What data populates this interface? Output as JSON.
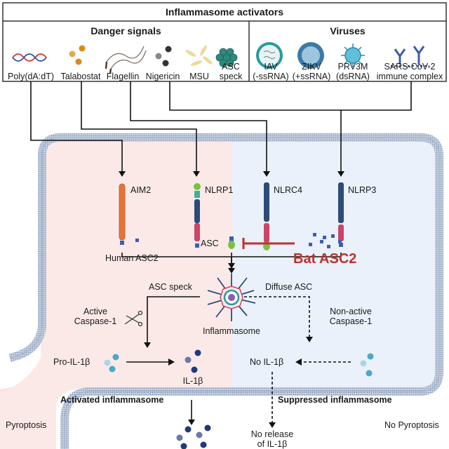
{
  "header": {
    "title": "Inflammasome activators",
    "danger_group": "Danger signals",
    "virus_group": "Viruses"
  },
  "danger_signals": [
    {
      "label": "Poly(dA:dT)",
      "icon": "dna-icon"
    },
    {
      "label": "Talabostat",
      "icon": "molecule-orange-icon"
    },
    {
      "label": "Flagellin",
      "icon": "flagellin-icon"
    },
    {
      "label": "Nigericin",
      "icon": "molecule-gray-icon"
    },
    {
      "label": "MSU",
      "icon": "crystal-icon"
    },
    {
      "label": "ASC\nspeck",
      "label_lines": [
        "ASC",
        "speck"
      ],
      "icon": "hexagon-cluster-icon"
    }
  ],
  "viruses": [
    {
      "label_lines": [
        "IAV",
        "(-ssRNA)"
      ],
      "icon": "iav-virus-icon"
    },
    {
      "label_lines": [
        "ZIKV",
        "(+ssRNA)"
      ],
      "icon": "zikv-virus-icon"
    },
    {
      "label_lines": [
        "PRV3M",
        "(dsRNA)"
      ],
      "icon": "prv3m-virus-icon"
    },
    {
      "label_lines": [
        "SARS-CoV-2",
        "immune complex"
      ],
      "icon": "antibody-complex-icon"
    }
  ],
  "sensors": [
    {
      "label": "AIM2"
    },
    {
      "label": "NLRP1"
    },
    {
      "label": "NLRC4"
    },
    {
      "label": "NLRP3"
    }
  ],
  "center": {
    "asc": "ASC",
    "human_asc2": "Human ASC2",
    "bat_asc2": "Bat ASC2",
    "asc_speck": "ASC speck",
    "diffuse_asc": "Diffuse ASC",
    "inflammasome": "Inflammasome",
    "active_casp_lines": [
      "Active",
      "Caspase-1"
    ],
    "nonactive_casp_lines": [
      "Non-active",
      "Caspase-1"
    ],
    "pro_il1b": "Pro-IL-1β",
    "il1b": "IL-1β",
    "no_il1b": "No IL-1β",
    "activated": "Activated inflammasome",
    "suppressed": "Suppressed inflammasome",
    "pyroptosis": "Pyroptosis",
    "no_pyroptosis": "No Pyroptosis",
    "no_release_lines": [
      "No release",
      "of IL-1β"
    ]
  },
  "colors": {
    "left_bg": "#fbe9e8",
    "right_bg": "#eaf1fa",
    "bat_red": "#c0302c",
    "membrane": "#9fb0c8",
    "aim2_orange": "#e8733a",
    "pyd_blue": "#3d5fb0",
    "lrr_navy": "#2d4b7a",
    "nacht_pink": "#cc4466",
    "card_green": "#7cc242"
  }
}
